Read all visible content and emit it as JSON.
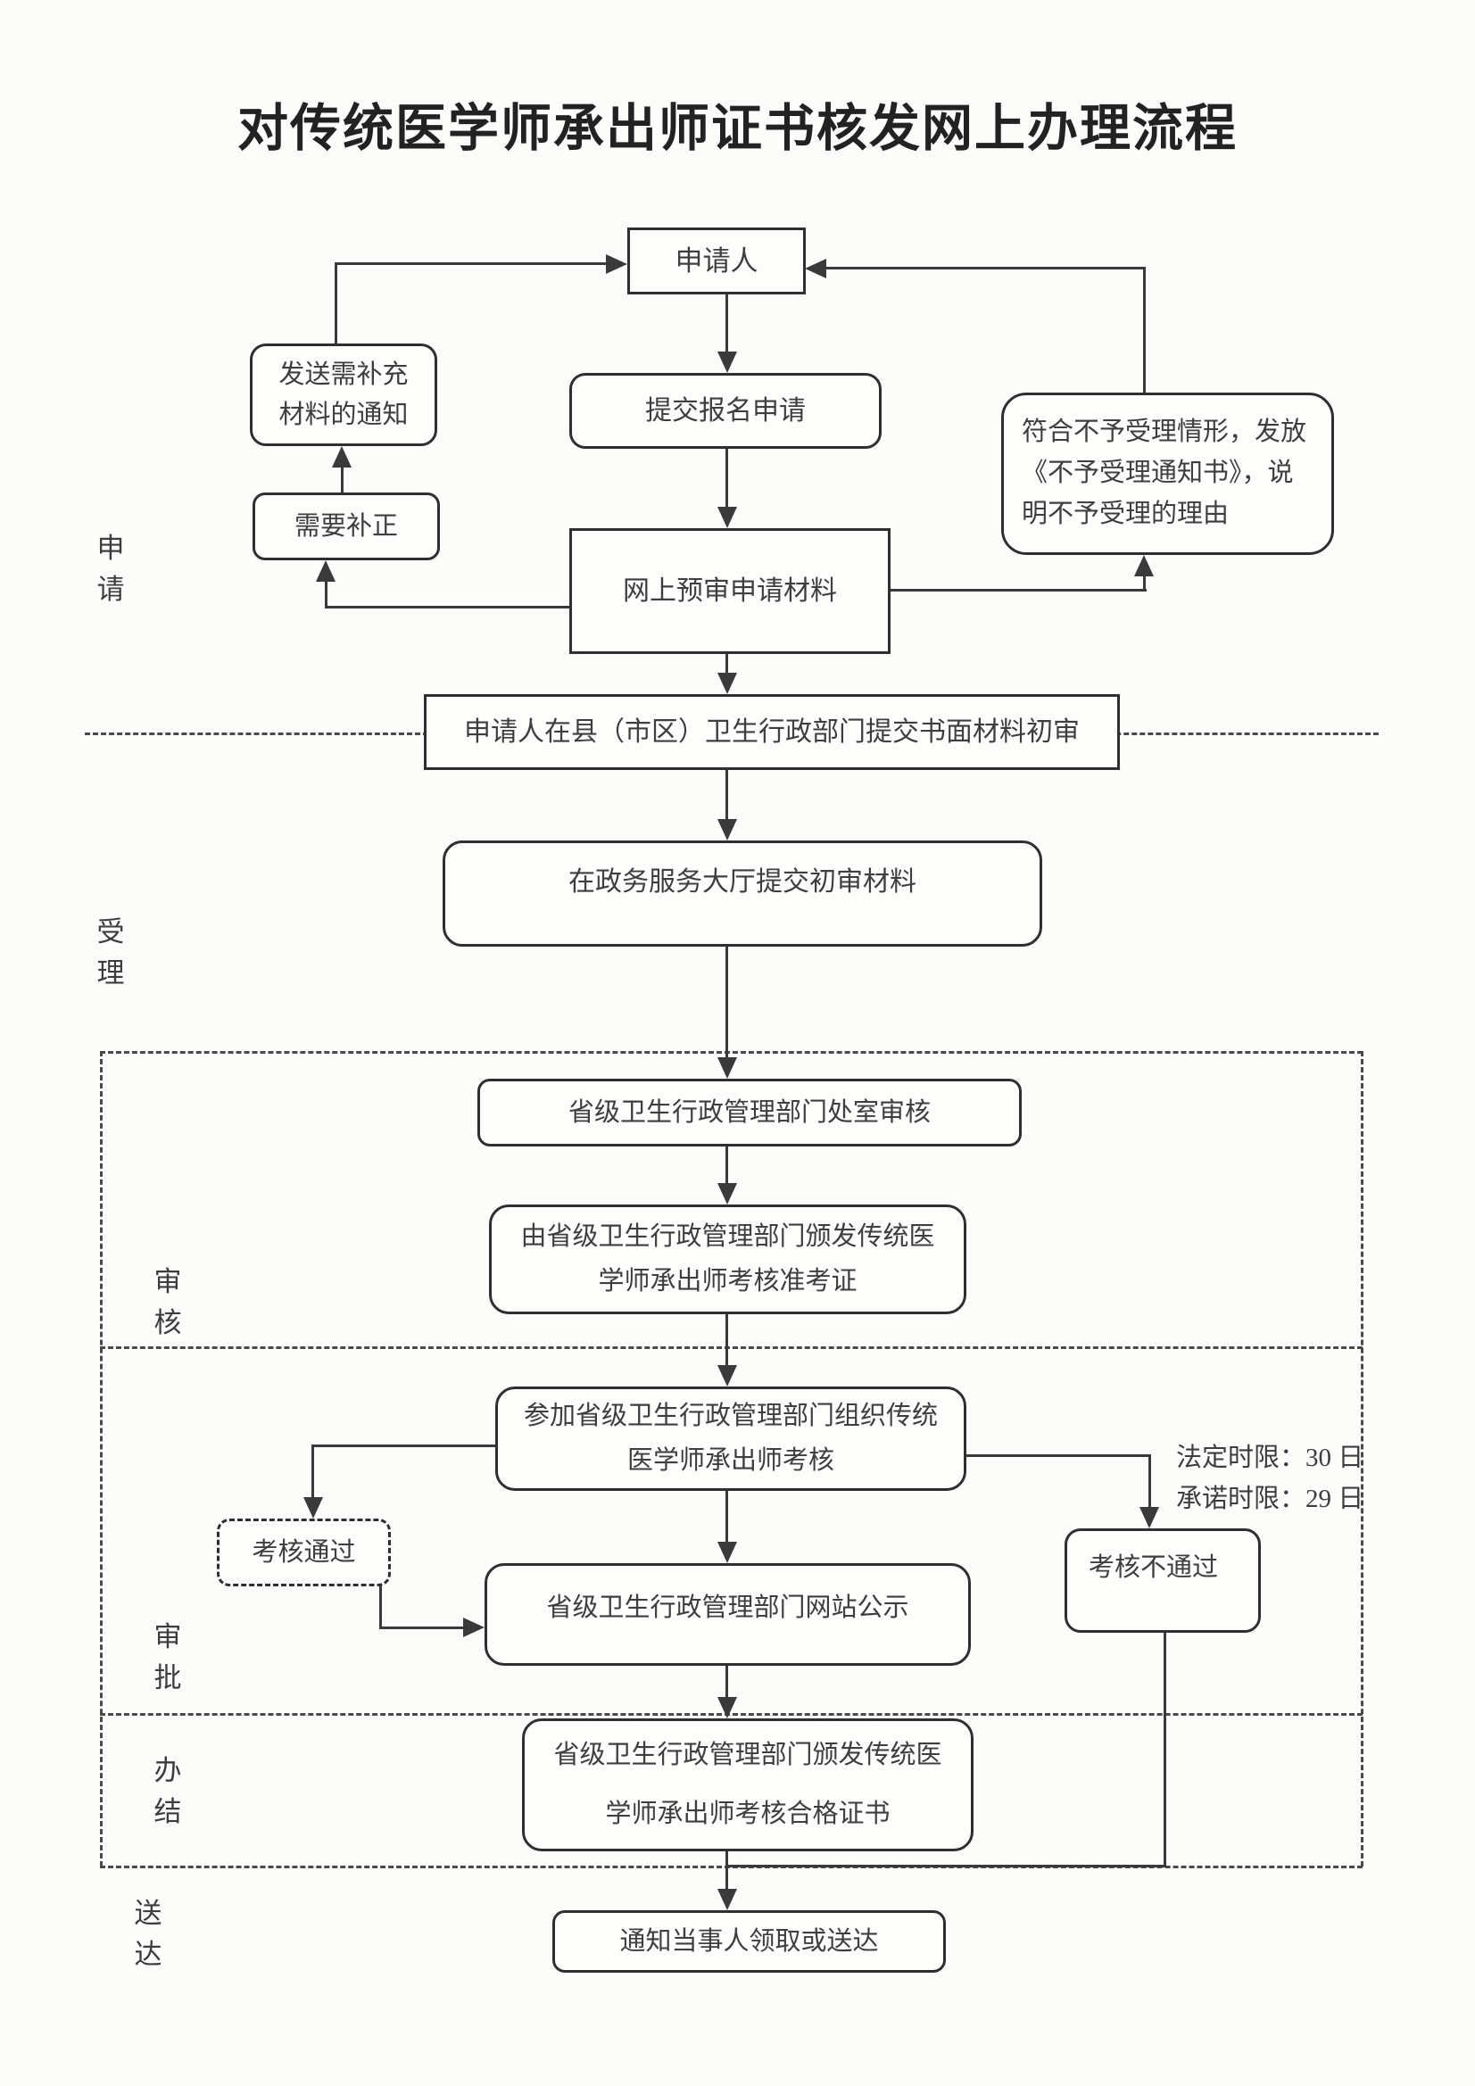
{
  "title": "对传统医学师承出师证书核发网上办理流程",
  "stages": {
    "apply": "申请",
    "accept": "受理",
    "review": "审核",
    "approve": "审批",
    "complete": "办结",
    "deliver": "送达"
  },
  "nodes": {
    "applicant": "申请人",
    "submit_registration": "提交报名申请",
    "send_supplement_notice": [
      "发送需补充",
      "材料的通知"
    ],
    "need_correction": "需要补正",
    "rejection_notice": [
      "符合不予受理情形，发放",
      "《不予受理通知书》，说",
      "明不予受理的理由"
    ],
    "online_pre_review": "网上预审申请材料",
    "county_initial_review": "申请人在县（市区）卫生行政部门提交书面材料初审",
    "service_hall_submit": "在政务服务大厅提交初审材料",
    "provincial_office_review": "省级卫生行政管理部门处室审核",
    "issue_admission_ticket": [
      "由省级卫生行政管理部门颁发传统医",
      "学师承出师考核准考证"
    ],
    "take_exam": [
      "参加省级卫生行政管理部门组织传统",
      "医学师承出师考核"
    ],
    "exam_pass": "考核通过",
    "exam_fail": "考核不通过",
    "website_publicity": "省级卫生行政管理部门网站公示",
    "issue_certificate": [
      "省级卫生行政管理部门颁发传统医",
      "学师承出师考核合格证书"
    ],
    "notify_delivery": "通知当事人领取或送达"
  },
  "annotations": {
    "statutory_limit": "法定时限：30 日",
    "promised_limit": "承诺时限：29 日"
  },
  "colors": {
    "line": "#3a3a3a",
    "text": "#3e3e3e",
    "background": "#fcfcfa"
  }
}
